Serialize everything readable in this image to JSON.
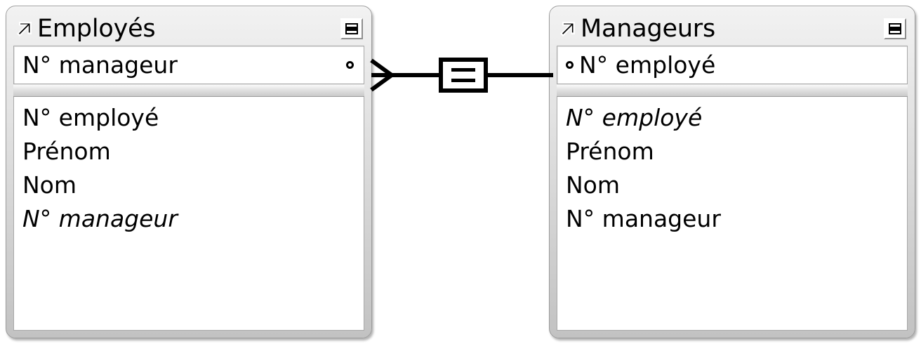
{
  "diagram": {
    "type": "entity-relationship",
    "kind": "self-referencing-relationship",
    "entities": [
      {
        "id": "employes",
        "title": "Employés",
        "expand_icon": "expand-arrow-icon",
        "menu_icon": "equals-menu-icon",
        "key_field": {
          "label": "N° manageur",
          "marker": "hollow-ring",
          "marker_side": "right"
        },
        "fields": [
          {
            "label": "N° employé",
            "italic": false
          },
          {
            "label": "Prénom",
            "italic": false
          },
          {
            "label": "Nom",
            "italic": false
          },
          {
            "label": "N° manageur",
            "italic": true
          }
        ]
      },
      {
        "id": "manageurs",
        "title": "Manageurs",
        "expand_icon": "expand-arrow-icon",
        "menu_icon": "equals-menu-icon",
        "key_field": {
          "label": "N° employé",
          "marker": "hollow-ring",
          "marker_side": "left"
        },
        "fields": [
          {
            "label": "N° employé",
            "italic": true
          },
          {
            "label": "Prénom",
            "italic": false
          },
          {
            "label": "Nom",
            "italic": false
          },
          {
            "label": "N° manageur",
            "italic": false
          }
        ]
      }
    ],
    "relationship": {
      "left_cardinality": "many",
      "left_symbol": "crows-foot",
      "right_cardinality": "one",
      "right_symbol": "line",
      "join_operator": "=",
      "join_box_label": "="
    },
    "colors": {
      "panel_light": "#f2f2f2",
      "panel_dark": "#c2c2c2",
      "border": "#9b9b9b",
      "field_bg": "#ffffff",
      "text": "#000000",
      "connector": "#000000"
    }
  }
}
